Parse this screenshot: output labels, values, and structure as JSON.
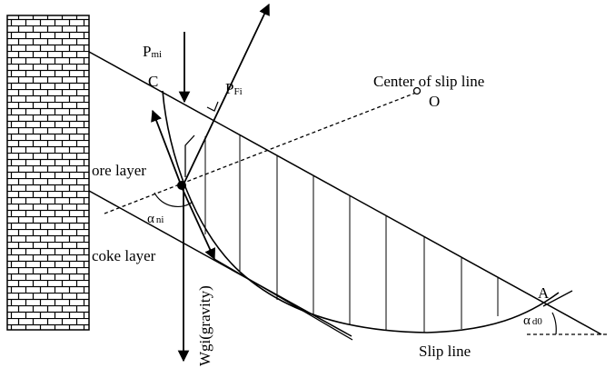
{
  "labels": {
    "p_m": "P",
    "p_m_sub": "mi",
    "c_point": "C",
    "p_f": "P",
    "p_f_sub": "Fi",
    "center": "Center of slip line",
    "o_point": "O",
    "ore_layer": "ore layer",
    "alpha_n": "α",
    "alpha_n_sub": "ni",
    "coke_layer": "coke layer",
    "gravity": "Wgi(gravity)",
    "a_point": "A",
    "alpha_d": "α",
    "alpha_d_sub": "d0",
    "slip_line": "Slip line"
  }
}
